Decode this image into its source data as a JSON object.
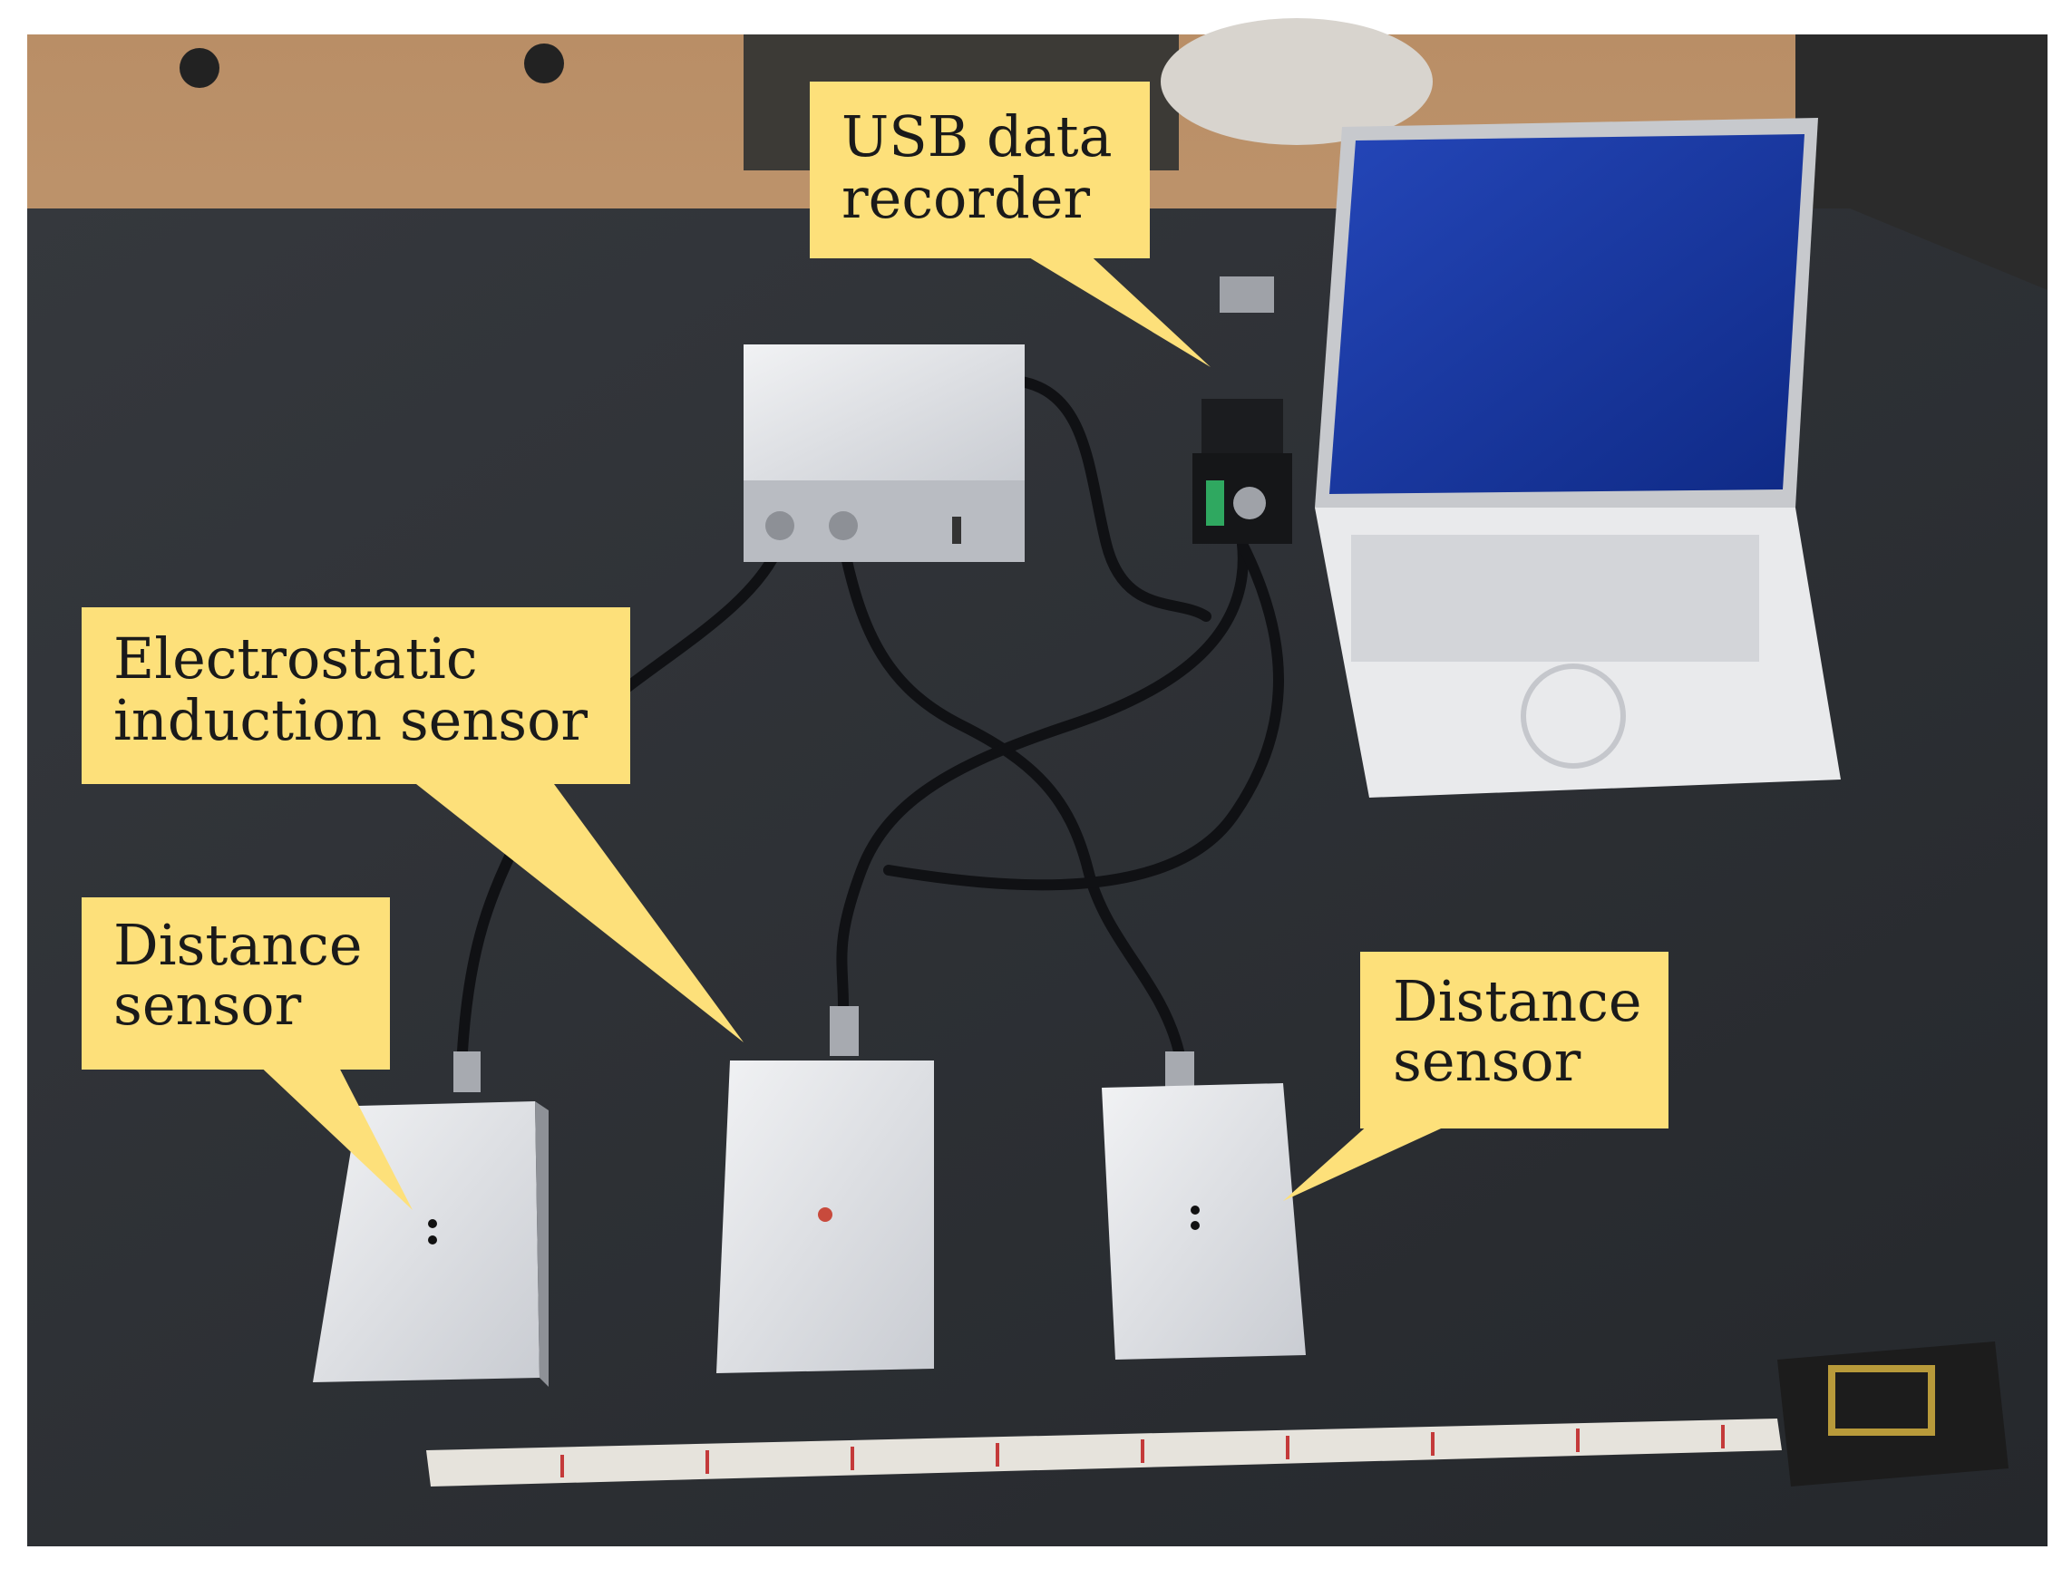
{
  "labels": {
    "usb_recorder_line1": "USB  data",
    "usb_recorder_line2": "recorder",
    "electrostatic_line1": "Electrostatic",
    "electrostatic_line2": "induction sensor",
    "distance_left_line1": "Distance",
    "distance_left_line2": "sensor",
    "distance_right_line1": "Distance",
    "distance_right_line2": "sensor"
  },
  "colors": {
    "callout_fill": "#fde07a",
    "table_surface": "#2e3136",
    "floor": "#c9a27a",
    "laptop_screen": "#1f3fa8",
    "sensor_box": "#e4e6ea"
  }
}
